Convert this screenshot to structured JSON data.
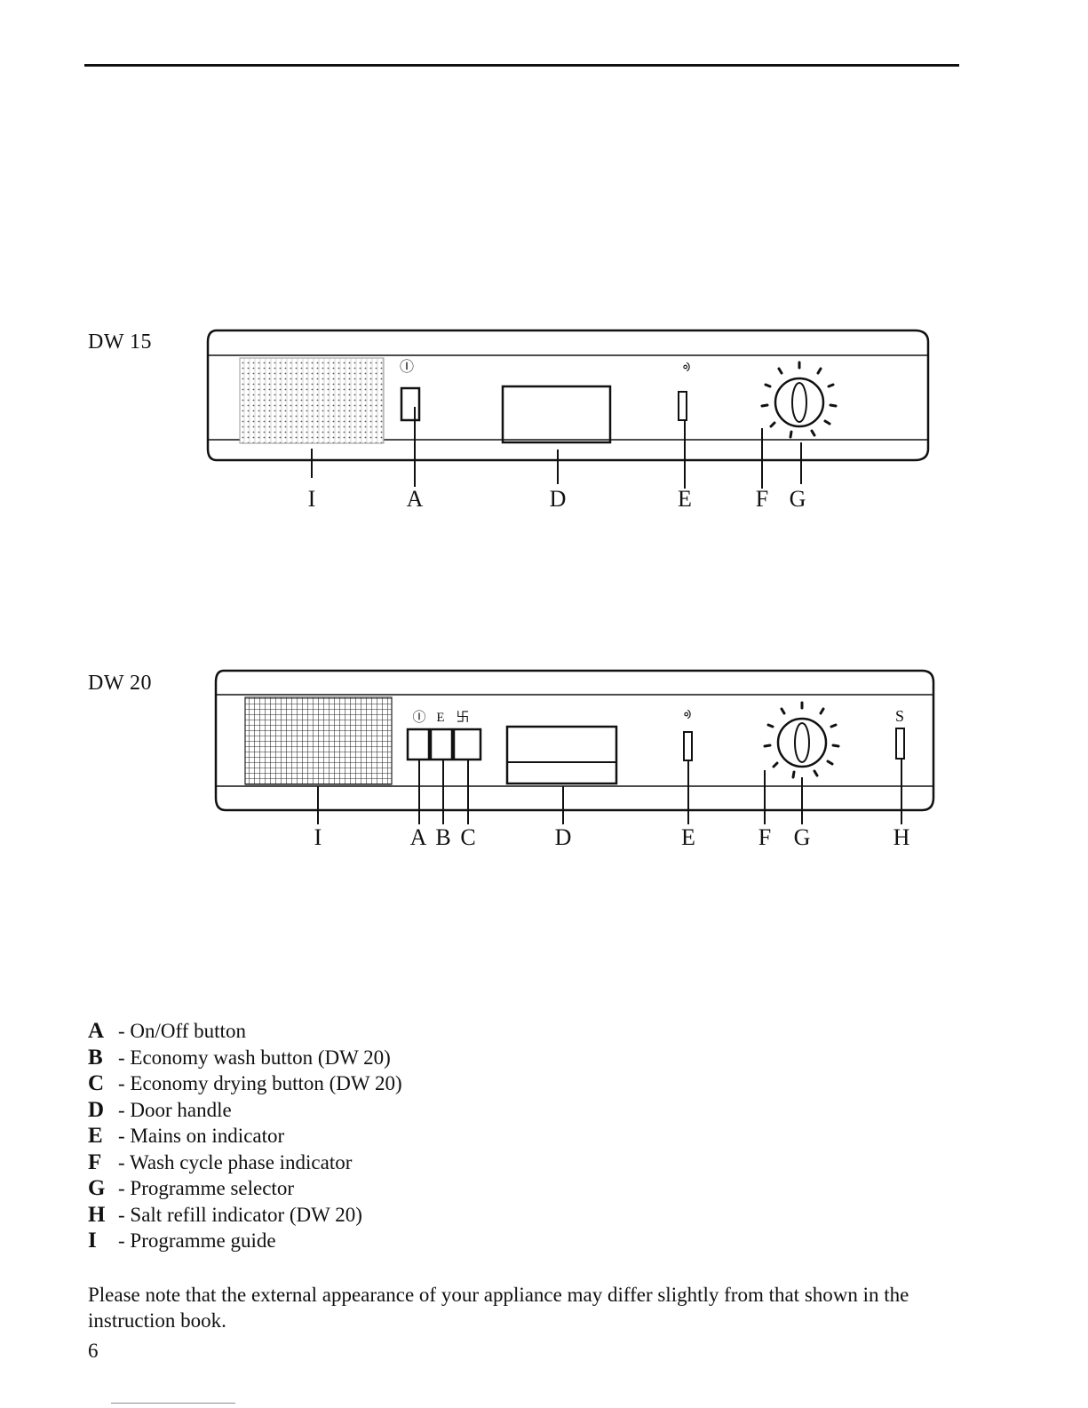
{
  "models": [
    {
      "name": "DW 15",
      "callouts": [
        "I",
        "A",
        "D",
        "E",
        "F",
        "G"
      ],
      "button_symbols": [
        "Ⓘ"
      ],
      "indicator_symbols": [
        "ᢀ"
      ]
    },
    {
      "name": "DW 20",
      "callouts": [
        "I",
        "A",
        "B",
        "C",
        "D",
        "E",
        "F",
        "G",
        "H"
      ],
      "button_symbols": [
        "Ⓘ",
        "E",
        "卐"
      ],
      "indicator_symbols": [
        "ᢀ",
        "S"
      ]
    }
  ],
  "legend": [
    {
      "letter": "A",
      "text": "- On/Off button"
    },
    {
      "letter": "B",
      "text": "- Economy wash button (DW 20)"
    },
    {
      "letter": "C",
      "text": "- Economy drying button (DW 20)"
    },
    {
      "letter": "D",
      "text": "- Door handle"
    },
    {
      "letter": "E",
      "text": "- Mains on indicator"
    },
    {
      "letter": "F",
      "text": "- Wash cycle phase indicator"
    },
    {
      "letter": "G",
      "text": "- Programme selector"
    },
    {
      "letter": "H",
      "text": "- Salt refill indicator (DW 20)"
    },
    {
      "letter": "I",
      "text": "- Programme guide"
    }
  ],
  "note": "Please note that the external appearance of your appliance may differ slightly from that shown in the instruction book.",
  "page_number": "6",
  "colors": {
    "ink": "#111111",
    "paper": "#ffffff"
  }
}
